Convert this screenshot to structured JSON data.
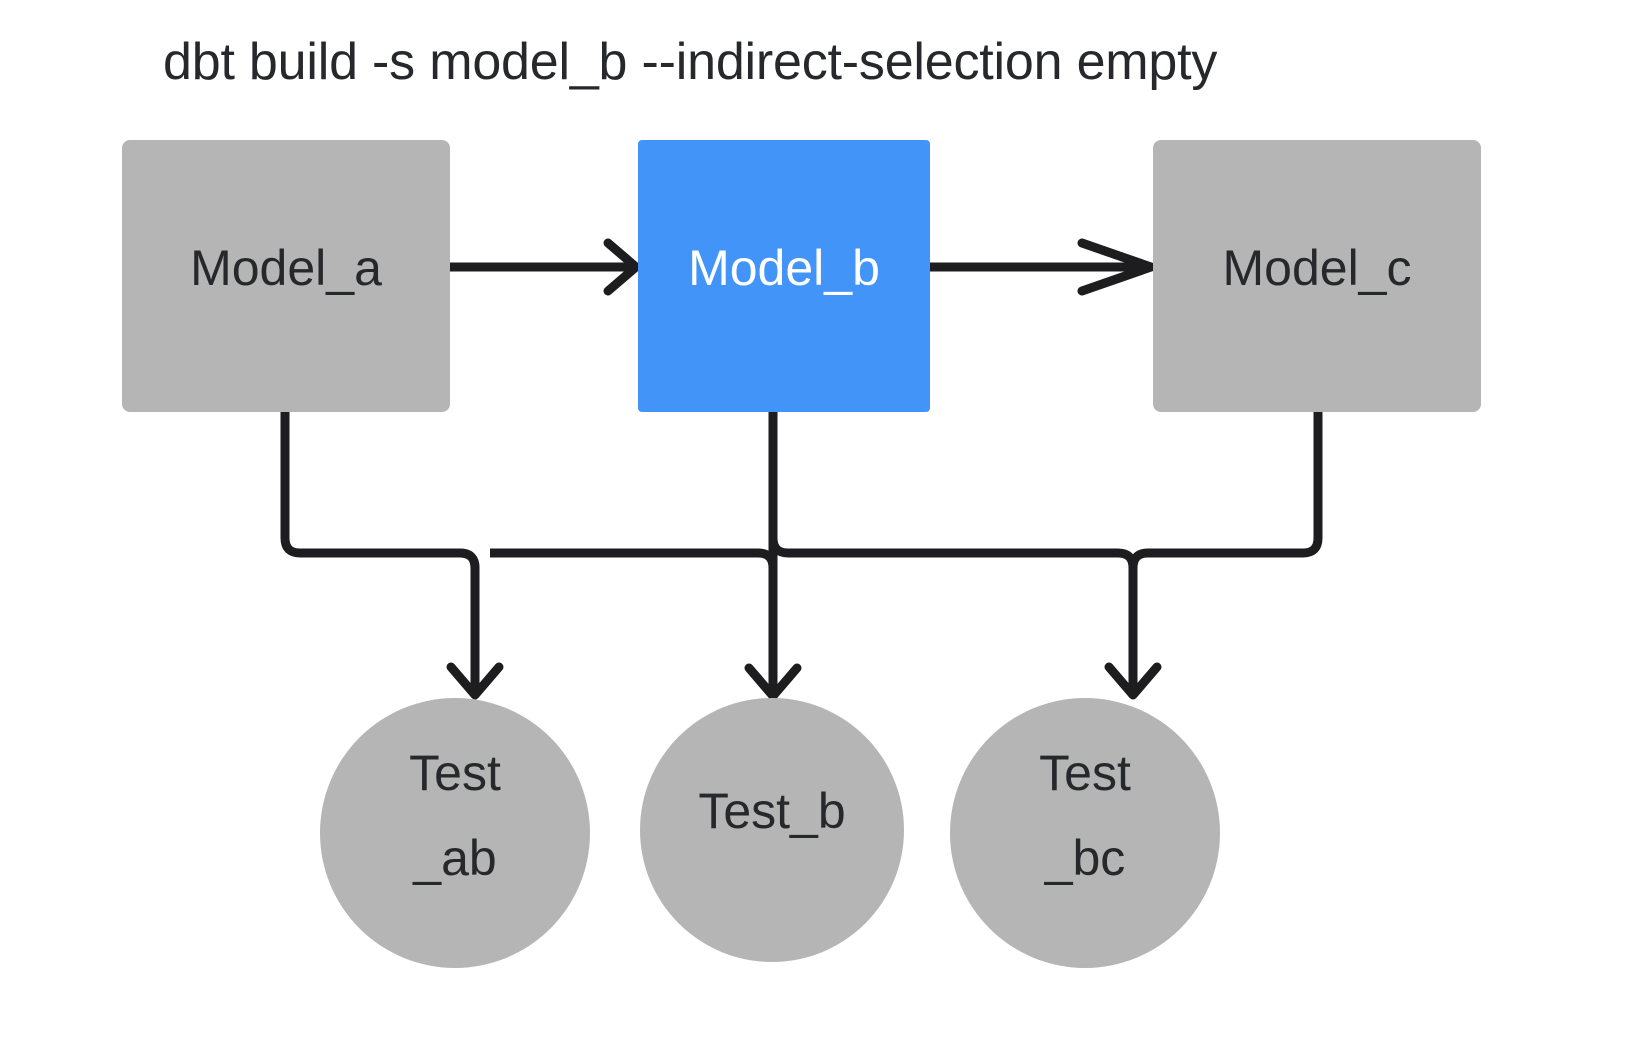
{
  "diagram": {
    "title": "dbt build -s model_b --indirect-selection empty",
    "background_color": "#ffffff",
    "edge_color": "#1d1d1f",
    "selected_color": "#4294f8",
    "unselected_color": "#b5b5b5",
    "text_color": "#26282b",
    "selected_text_color": "#ffffff"
  },
  "models": [
    {
      "id": "model_a",
      "label": "Model_a",
      "shape": "rectangle",
      "state": "unselected",
      "fill": "#b5b5b5",
      "text_color": "#26282b"
    },
    {
      "id": "model_b",
      "label": "Model_b",
      "shape": "rectangle",
      "state": "selected",
      "fill": "#4294f8",
      "text_color": "#ffffff"
    },
    {
      "id": "model_c",
      "label": "Model_c",
      "shape": "rectangle",
      "state": "unselected",
      "fill": "#b5b5b5",
      "text_color": "#26282b"
    }
  ],
  "tests": [
    {
      "id": "test_ab",
      "label": "Test_ab",
      "line1": "Test",
      "line2": "_ab",
      "shape": "circle",
      "state": "unselected",
      "fill": "#b5b5b5",
      "text_color": "#26282b"
    },
    {
      "id": "test_b",
      "label": "Test_b",
      "line1": "Test_b",
      "line2": "",
      "shape": "circle",
      "state": "unselected",
      "fill": "#b5b5b5",
      "text_color": "#26282b"
    },
    {
      "id": "test_bc",
      "label": "Test_bc",
      "line1": "Test",
      "line2": "_bc",
      "shape": "circle",
      "state": "unselected",
      "fill": "#b5b5b5",
      "text_color": "#26282b"
    }
  ],
  "edges": [
    {
      "id": "model_a-to-model_b",
      "from": "model_a",
      "to": "model_b",
      "style": "straight-arrow"
    },
    {
      "id": "model_b-to-model_c",
      "from": "model_b",
      "to": "model_c",
      "style": "straight-arrow"
    },
    {
      "id": "model_a-to-test_ab",
      "from": "model_a",
      "to": "test_ab",
      "style": "elbow-arrow"
    },
    {
      "id": "model_b-to-test_ab",
      "from": "model_b",
      "to": "test_ab",
      "style": "elbow-arrow"
    },
    {
      "id": "model_b-to-test_b",
      "from": "model_b",
      "to": "test_b",
      "style": "straight-arrow"
    },
    {
      "id": "model_b-to-test_bc",
      "from": "model_b",
      "to": "test_bc",
      "style": "elbow-arrow"
    },
    {
      "id": "model_c-to-test_bc",
      "from": "model_c",
      "to": "test_bc",
      "style": "elbow-arrow"
    }
  ]
}
